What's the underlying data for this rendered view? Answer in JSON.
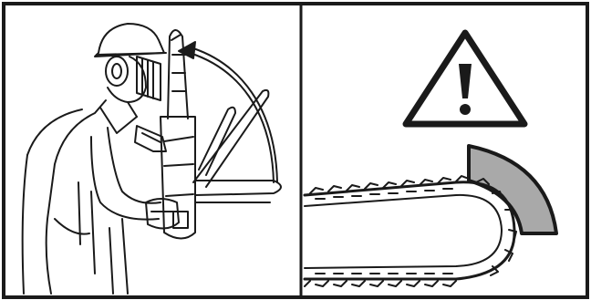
{
  "figure": {
    "panels": [
      {
        "id": "left",
        "subject": "operator-holding-chainsaw-kickback"
      },
      {
        "id": "right",
        "subject": "chain-bar-kickback-zone"
      }
    ],
    "warning_symbol": "exclamation-triangle-icon",
    "colors": {
      "line": "#1a1a1a",
      "background": "#ffffff",
      "kickback_zone": "#a9a9a9"
    }
  }
}
